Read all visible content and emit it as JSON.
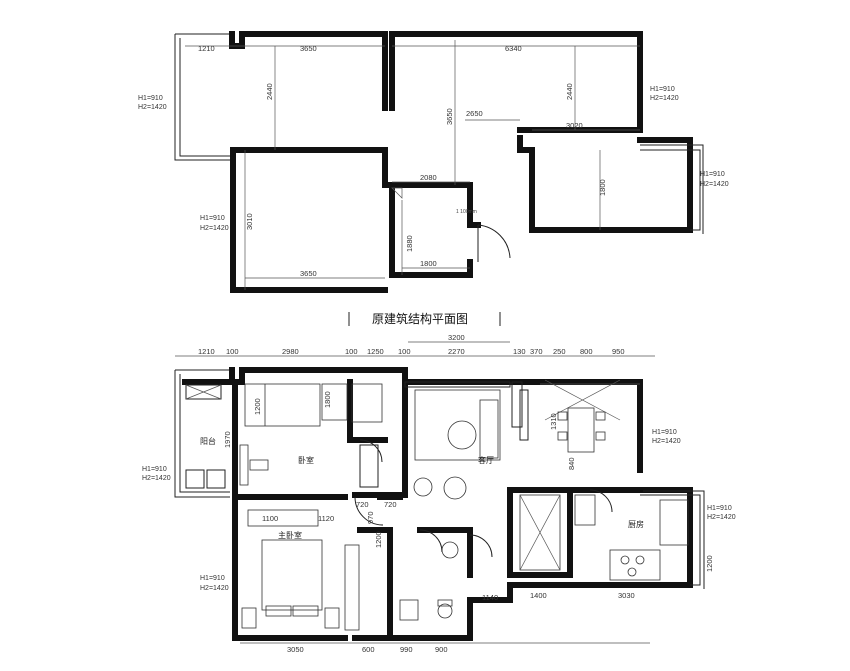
{
  "title": "原建筑结构平面图",
  "upper_plan": {
    "dims_top": [
      "1210",
      "3650",
      "6340"
    ],
    "dims_vertical": [
      "2440",
      "3650",
      "2440",
      "3010",
      "1880",
      "1800"
    ],
    "dims_inner": [
      "2650",
      "3020",
      "2080",
      "1800",
      "3650"
    ],
    "small_note": "1 100mm",
    "window_notes": [
      {
        "h1": "H1=910",
        "h2": "H2=1420"
      },
      {
        "h1": "H1=910",
        "h2": "H2=1420"
      },
      {
        "h1": "H1=910",
        "h2": "H2=1420"
      },
      {
        "h1": "H1=910",
        "h2": "H2=1420"
      }
    ]
  },
  "lower_plan": {
    "dims_top": [
      "1210",
      "100",
      "2980",
      "100",
      "1250",
      "100",
      "2270",
      "130",
      "370",
      "250",
      "800",
      "950"
    ],
    "dim_3200": "3200",
    "dims_bottom": [
      "3050",
      "600",
      "990",
      "900",
      "1140",
      "1400",
      "3030"
    ],
    "dims_inner": [
      "1200",
      "1800",
      "1970",
      "1100",
      "1120",
      "720",
      "720",
      "970",
      "1200",
      "1310",
      "840",
      "1200"
    ],
    "rooms": {
      "bedroom": "卧室",
      "living": "客厅",
      "master_bedroom": "主卧室",
      "balcony": "阳台",
      "kitchen": "厨房"
    },
    "window_notes": [
      {
        "h1": "H1=910",
        "h2": "H2=1420"
      },
      {
        "h1": "H1=910",
        "h2": "H2=1420"
      },
      {
        "h1": "H1=910",
        "h2": "H2=1420"
      },
      {
        "h1": "H1=910",
        "h2": "H2=1420"
      }
    ]
  }
}
